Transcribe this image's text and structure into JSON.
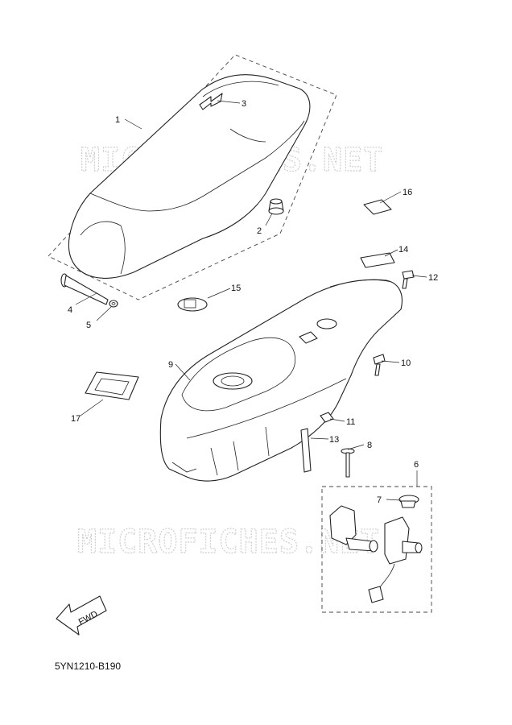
{
  "watermark": "MICROFICHES.NET",
  "reference_code": "5YN1210-B190",
  "fwd_label": "FWD",
  "callouts": [
    {
      "id": "1",
      "label": "1"
    },
    {
      "id": "2",
      "label": "2"
    },
    {
      "id": "3",
      "label": "3"
    },
    {
      "id": "4",
      "label": "4"
    },
    {
      "id": "5",
      "label": "5"
    },
    {
      "id": "6",
      "label": "6"
    },
    {
      "id": "7",
      "label": "7"
    },
    {
      "id": "8",
      "label": "8"
    },
    {
      "id": "9",
      "label": "9"
    },
    {
      "id": "10",
      "label": "10"
    },
    {
      "id": "11",
      "label": "11"
    },
    {
      "id": "12",
      "label": "12"
    },
    {
      "id": "13",
      "label": "13"
    },
    {
      "id": "14",
      "label": "14"
    },
    {
      "id": "15",
      "label": "15"
    },
    {
      "id": "16",
      "label": "16"
    },
    {
      "id": "17",
      "label": "17"
    }
  ]
}
